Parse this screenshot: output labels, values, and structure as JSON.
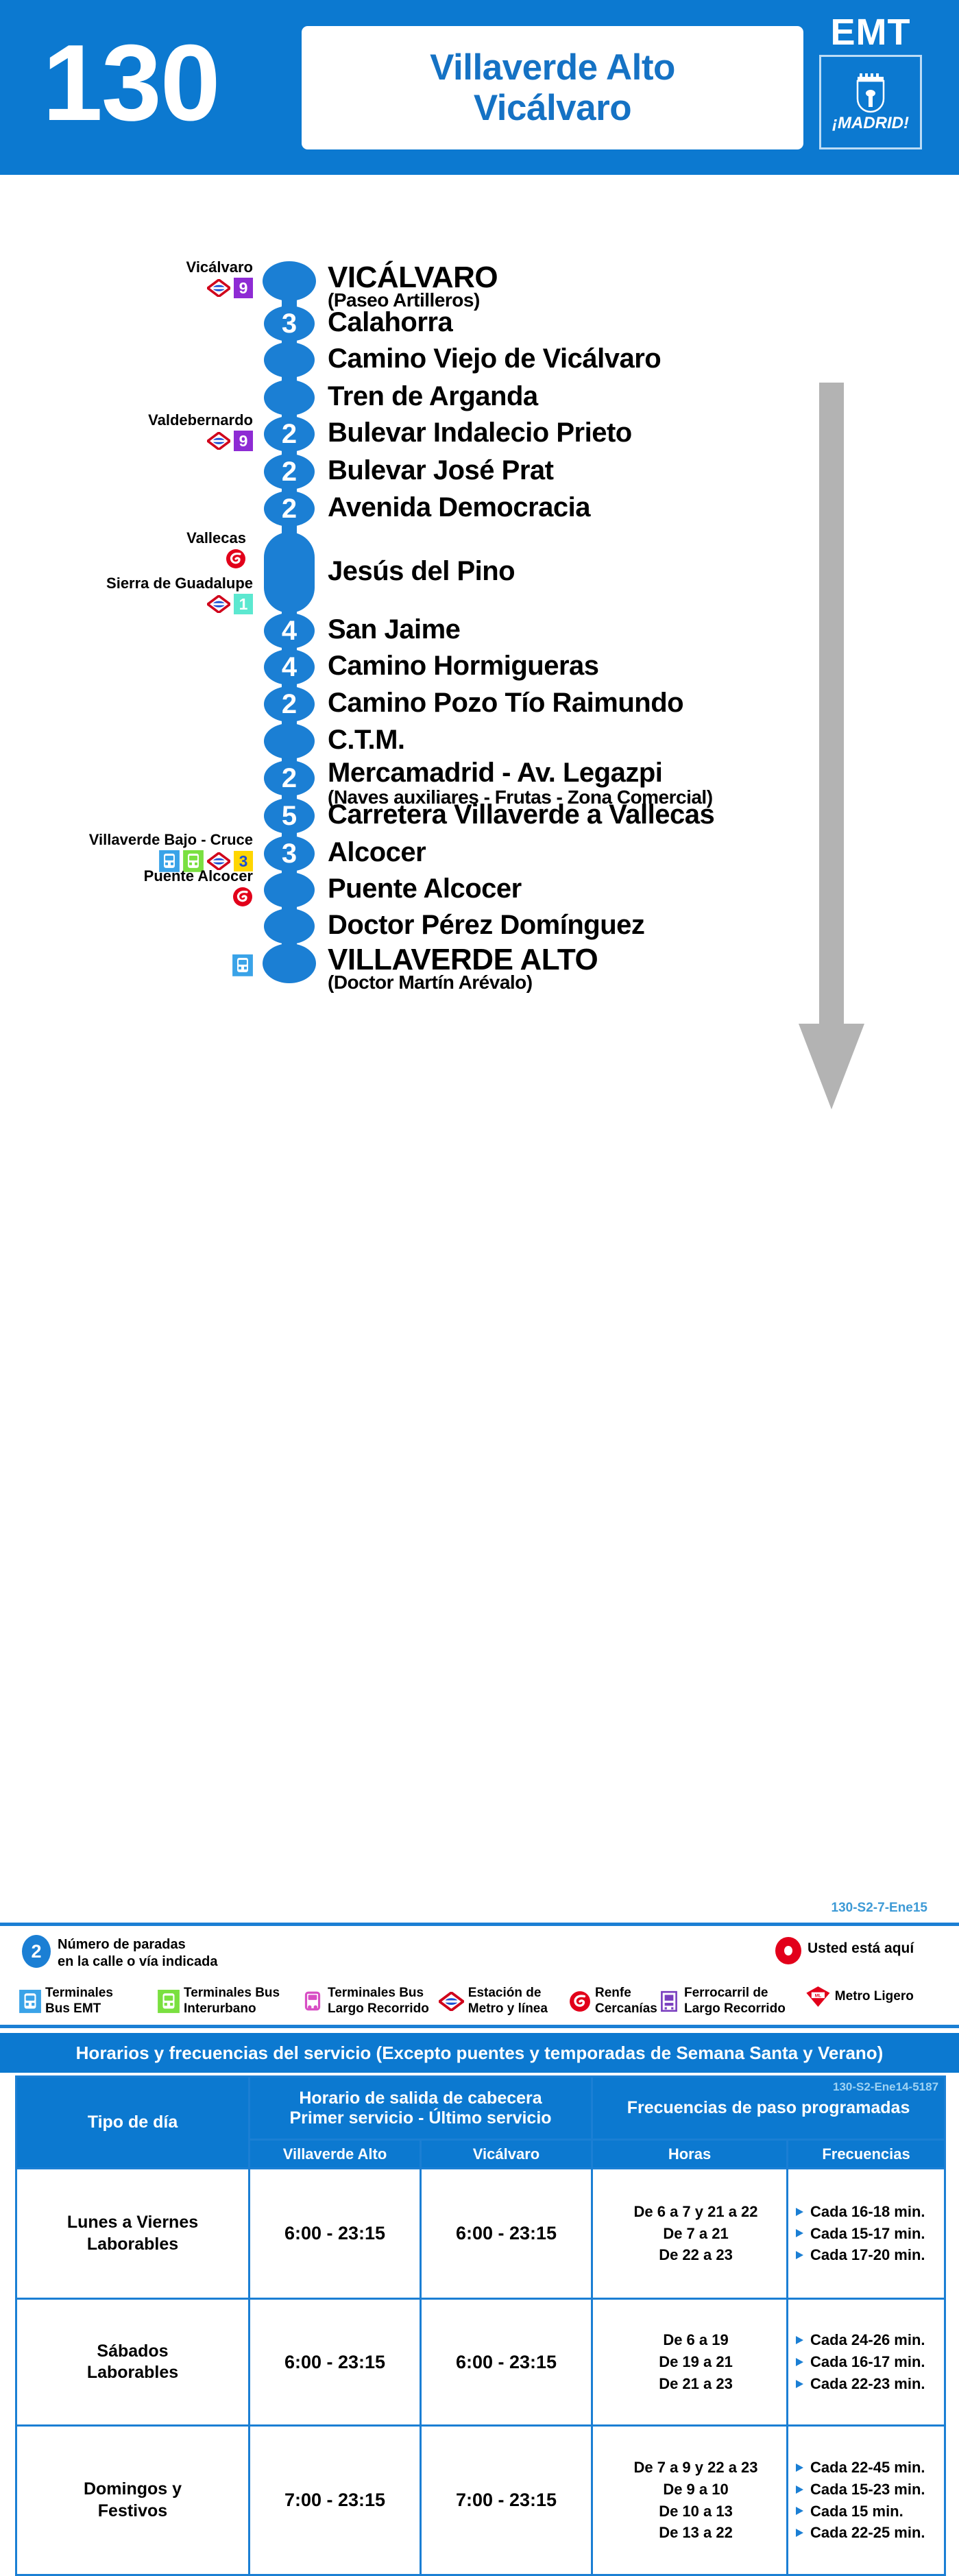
{
  "header": {
    "route_number": "130",
    "destination_line1": "Villaverde Alto",
    "destination_line2": "Vicálvaro",
    "operator": "EMT",
    "city_brand": "¡MADRID!"
  },
  "colors": {
    "brand_blue": "#0c79d0",
    "route_blue": "#1b7fd4",
    "arrow_gray": "#b3b3b3",
    "metro_red": "#d0021b",
    "renfe_red": "#e2001a",
    "line9_purple": "#8e2bd4",
    "line1_cyan": "#5ce8d0",
    "line3_yellow": "#ffd600",
    "bus_emt_blue": "#3aa3e8",
    "bus_inter_green": "#7ae040",
    "bus_long_magenta": "#d84ec4",
    "ferrocarril_purple": "#7a3fbf",
    "metro_ligero_red": "#e2001a"
  },
  "map": {
    "direction_arrow": "down-arrow-icon",
    "stops": [
      {
        "name": "VICÁLVARO",
        "sub": "(Paseo Artilleros)",
        "terminal": true,
        "count": "",
        "marker": "large",
        "interchange": {
          "label": "Vicálvaro",
          "icons": [
            "metro-diamond-icon",
            "metro-line-9-badge"
          ],
          "line": "9"
        }
      },
      {
        "name": "Calahorra",
        "sub": "",
        "terminal": false,
        "count": "3",
        "marker": "small",
        "interchange": null
      },
      {
        "name": "Camino Viejo de Vicálvaro",
        "sub": "",
        "terminal": false,
        "count": "",
        "marker": "small",
        "interchange": null
      },
      {
        "name": "Tren de Arganda",
        "sub": "",
        "terminal": false,
        "count": "",
        "marker": "small",
        "interchange": null
      },
      {
        "name": "Bulevar Indalecio Prieto",
        "sub": "",
        "terminal": false,
        "count": "2",
        "marker": "small",
        "interchange": {
          "label": "Valdebernardo",
          "icons": [
            "metro-diamond-icon",
            "metro-line-9-badge"
          ],
          "line": "9"
        }
      },
      {
        "name": "Bulevar José Prat",
        "sub": "",
        "terminal": false,
        "count": "2",
        "marker": "small",
        "interchange": null
      },
      {
        "name": "Avenida Democracia",
        "sub": "",
        "terminal": false,
        "count": "2",
        "marker": "small",
        "interchange": null
      },
      {
        "name": "Jesús del Pino",
        "sub": "",
        "terminal": false,
        "count": "",
        "marker": "pill",
        "interchange_multi": [
          {
            "label": "Vallecas",
            "icons": [
              "renfe-cercanias-icon"
            ],
            "line": ""
          },
          {
            "label": "Sierra de Guadalupe",
            "icons": [
              "metro-diamond-icon",
              "metro-line-1-badge"
            ],
            "line": "1"
          }
        ]
      },
      {
        "name": "San Jaime",
        "sub": "",
        "terminal": false,
        "count": "4",
        "marker": "small",
        "interchange": null
      },
      {
        "name": "Camino Hormigueras",
        "sub": "",
        "terminal": false,
        "count": "4",
        "marker": "small",
        "interchange": null
      },
      {
        "name": "Camino Pozo Tío Raimundo",
        "sub": "",
        "terminal": false,
        "count": "2",
        "marker": "small",
        "interchange": null
      },
      {
        "name": "C.T.M.",
        "sub": "",
        "terminal": false,
        "count": "",
        "marker": "small",
        "interchange": null
      },
      {
        "name": "Mercamadrid - Av. Legazpi",
        "sub": "(Naves auxiliares - Frutas - Zona Comercial)",
        "terminal": false,
        "count": "2",
        "marker": "small",
        "interchange": null
      },
      {
        "name": "Carretera Villaverde a Vallecas",
        "sub": "",
        "terminal": false,
        "count": "5",
        "marker": "small",
        "interchange": null
      },
      {
        "name": "Alcocer",
        "sub": "",
        "terminal": false,
        "count": "3",
        "marker": "small",
        "interchange": {
          "label": "Villaverde Bajo - Cruce",
          "icons": [
            "bus-emt-icon",
            "bus-interurbano-icon",
            "metro-diamond-icon",
            "metro-line-3-badge"
          ],
          "line": "3"
        }
      },
      {
        "name": "Puente Alcocer",
        "sub": "",
        "terminal": false,
        "count": "",
        "marker": "small",
        "interchange": {
          "label": "Puente Alcocer",
          "icons": [
            "renfe-cercanias-icon"
          ],
          "line": ""
        }
      },
      {
        "name": "Doctor Pérez Domínguez",
        "sub": "",
        "terminal": false,
        "count": "",
        "marker": "small",
        "interchange": null
      },
      {
        "name": "VILLAVERDE ALTO",
        "sub": "(Doctor Martín Arévalo)",
        "terminal": true,
        "count": "",
        "marker": "large",
        "interchange": {
          "label": "",
          "icons": [
            "bus-emt-icon"
          ],
          "line": ""
        }
      }
    ]
  },
  "legend": {
    "ref_code": "130-S2-7-Ene15",
    "stop_number_badge": "2",
    "stop_number_text_l1": "Número de paradas",
    "stop_number_text_l2": "en la calle o vía indicada",
    "you_are_here": "Usted está aquí",
    "items": [
      {
        "icon": "bus-emt-icon",
        "l1": "Terminales",
        "l2": "Bus EMT"
      },
      {
        "icon": "bus-interurbano-icon",
        "l1": "Terminales Bus",
        "l2": "Interurbano"
      },
      {
        "icon": "bus-largo-recorrido-icon",
        "l1": "Terminales Bus",
        "l2": "Largo Recorrido"
      },
      {
        "icon": "metro-diamond-icon",
        "l1": "Estación de",
        "l2": "Metro y línea"
      },
      {
        "icon": "renfe-cercanias-icon",
        "l1": "Renfe",
        "l2": "Cercanías"
      },
      {
        "icon": "ferrocarril-largo-recorrido-icon",
        "l1": "Ferrocarril de",
        "l2": "Largo Recorrido"
      },
      {
        "icon": "metro-ligero-icon",
        "l1": "Metro Ligero",
        "l2": ""
      }
    ]
  },
  "schedule": {
    "title": "Horarios y frecuencias del servicio (Excepto puentes y temporadas de Semana Santa y Verano)",
    "ref_code": "130-S2-Ene14-5187",
    "header": {
      "day_type": "Tipo de día",
      "departure_l1": "Horario de salida de cabecera",
      "departure_l2": "Primer servicio - Último servicio",
      "frequencies": "Frecuencias de paso programadas",
      "sub_villaverde": "Villaverde Alto",
      "sub_vicalvaro": "Vicálvaro",
      "sub_horas": "Horas",
      "sub_frecuencias": "Frecuencias"
    },
    "rows": [
      {
        "day_l1": "Lunes a Viernes",
        "day_l2": "Laborables",
        "villaverde": "6:00 - 23:15",
        "vicalvaro": "6:00 - 23:15",
        "hours": [
          "De 6 a 7 y 21 a 22",
          "De 7 a 21",
          "De 22 a 23"
        ],
        "freqs": [
          "Cada 16-18 min.",
          "Cada 15-17 min.",
          "Cada 17-20 min."
        ]
      },
      {
        "day_l1": "Sábados",
        "day_l2": "Laborables",
        "villaverde": "6:00 - 23:15",
        "vicalvaro": "6:00 - 23:15",
        "hours": [
          "De 6 a 19",
          "De 19 a 21",
          "De 21 a 23"
        ],
        "freqs": [
          "Cada 24-26 min.",
          "Cada 16-17 min.",
          "Cada 22-23 min."
        ]
      },
      {
        "day_l1": "Domingos y",
        "day_l2": "Festivos",
        "villaverde": "7:00 - 23:15",
        "vicalvaro": "7:00 - 23:15",
        "hours": [
          "De 7 a 9 y 22 a 23",
          "De 9 a 10",
          "De 10 a 13",
          "De 13 a 22"
        ],
        "freqs": [
          "Cada 22-45 min.",
          "Cada 15-23 min.",
          "Cada 15 min.",
          "Cada 22-25 min."
        ]
      }
    ]
  }
}
